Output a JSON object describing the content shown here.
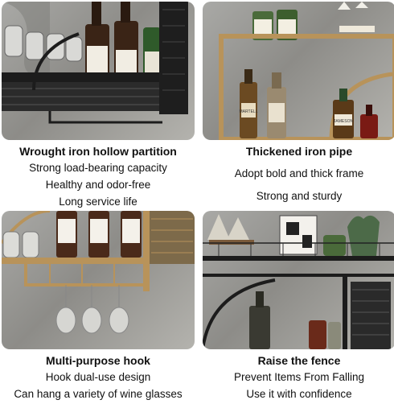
{
  "panels": [
    {
      "title": "Wrought iron hollow partition",
      "lines": [
        "Strong load-bearing capacity",
        "Healthy and odor-free",
        "Long service life"
      ]
    },
    {
      "title": "Thickened iron pipe",
      "lines": [
        "Adopt bold and thick frame",
        "Strong and sturdy"
      ]
    },
    {
      "title": "Multi-purpose hook",
      "lines": [
        "Hook dual-use design",
        "Can hang a variety of wine glasses"
      ]
    },
    {
      "title": "Raise the fence",
      "lines": [
        "Prevent Items From Falling",
        "Use it with confidence"
      ]
    }
  ],
  "bottle_labels": {
    "label_1": "MARTELL",
    "label_2": "JAMESON"
  },
  "colors": {
    "iron_black": "#1c1c1c",
    "gold_frame": "#b8935a",
    "wall_gray": "#9d9c98"
  }
}
